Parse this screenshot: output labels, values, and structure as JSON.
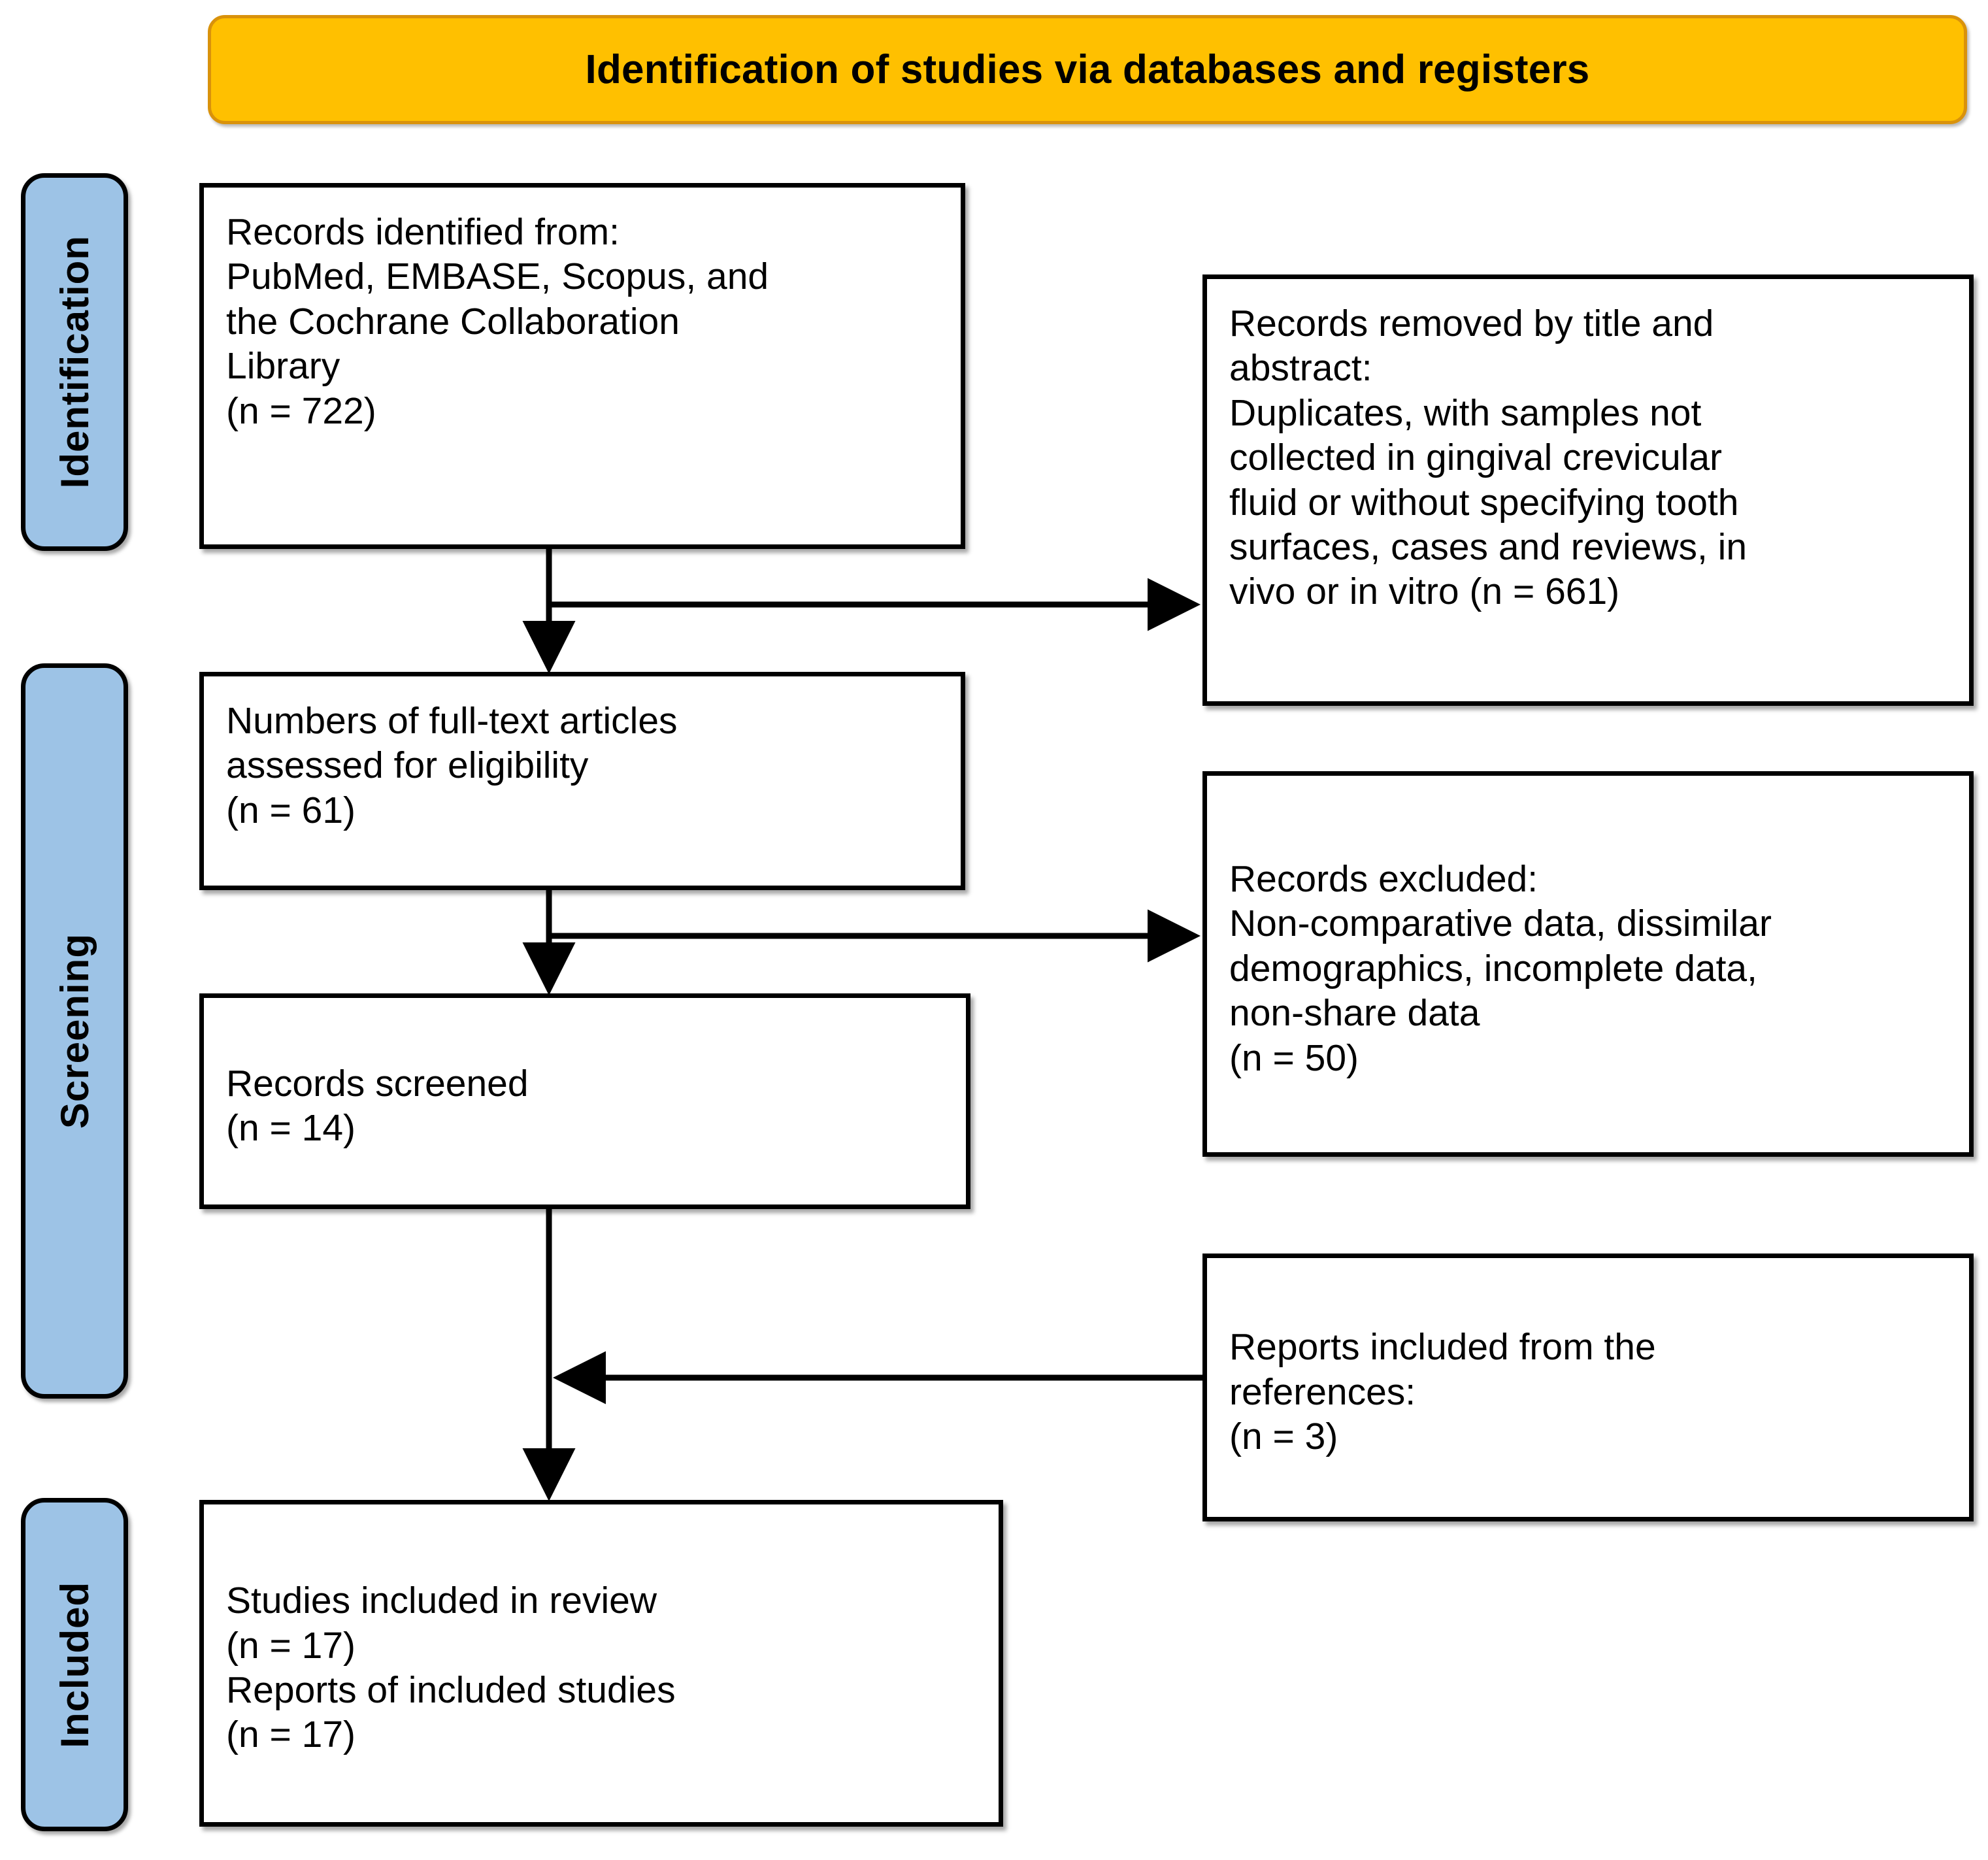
{
  "banner": {
    "title": "Identification of studies via databases and registers",
    "fill_color": "#FFC000",
    "border_color": "#D9920B"
  },
  "stages": [
    {
      "id": "identification",
      "label": "Identification",
      "fill_color": "#9DC3E6"
    },
    {
      "id": "screening",
      "label": "Screening",
      "fill_color": "#9DC3E6"
    },
    {
      "id": "included",
      "label": "Included",
      "fill_color": "#9DC3E6"
    }
  ],
  "boxes": {
    "identified": {
      "text": "Records identified from:\nPubMed, EMBASE, Scopus, and\nthe Cochrane Collaboration\nLibrary\n(n = 722)",
      "count_label": "(n = 722)",
      "count": 722
    },
    "removed": {
      "text": "Records removed by title and\nabstract:\nDuplicates, with samples not\ncollected in gingival crevicular\nfluid or without specifying tooth\nsurfaces, cases and reviews, in\nvivo or in vitro (n = 661)",
      "count_label": "(n = 661)",
      "count": 661
    },
    "fulltext": {
      "text": "Numbers of full-text articles\nassessed for eligibility\n(n = 61)",
      "count_label": "(n = 61)",
      "count": 61
    },
    "excluded": {
      "text": "Records excluded:\nNon-comparative data, dissimilar\ndemographics, incomplete data,\nnon-share data\n(n = 50)",
      "count_label": "(n = 50)",
      "count": 50
    },
    "screened": {
      "text": "Records screened\n(n = 14)",
      "count_label": "(n = 14)",
      "count": 14
    },
    "references": {
      "text": "Reports included from the\nreferences:\n(n = 3)",
      "count_label": "(n = 3)",
      "count": 3
    },
    "included": {
      "text": "Studies included in review\n(n = 17)\nReports of included studies\n(n = 17)",
      "count_label": "(n = 17)",
      "count": 17
    }
  },
  "chart_data": {
    "type": "diagram",
    "title": "Identification of studies via databases and registers",
    "diagram_kind": "PRISMA flow diagram",
    "nodes": [
      {
        "id": "identified",
        "stage": "Identification",
        "column": "left",
        "label": "Records identified from: PubMed, EMBASE, Scopus, and the Cochrane Collaboration Library",
        "n": 722
      },
      {
        "id": "removed",
        "stage": "Identification",
        "column": "right",
        "label": "Records removed by title and abstract: Duplicates, with samples not collected in gingival crevicular fluid or without specifying tooth surfaces, cases and reviews, in vivo or in vitro",
        "n": 661
      },
      {
        "id": "fulltext",
        "stage": "Screening",
        "column": "left",
        "label": "Numbers of full-text articles assessed for eligibility",
        "n": 61
      },
      {
        "id": "excluded",
        "stage": "Screening",
        "column": "right",
        "label": "Records excluded: Non-comparative data, dissimilar demographics, incomplete data, non-share data",
        "n": 50
      },
      {
        "id": "screened",
        "stage": "Screening",
        "column": "left",
        "label": "Records screened",
        "n": 14
      },
      {
        "id": "references",
        "stage": "Screening",
        "column": "right",
        "label": "Reports included from the references",
        "n": 3
      },
      {
        "id": "included",
        "stage": "Included",
        "column": "left",
        "label": "Studies included in review / Reports of included studies",
        "n": 17
      }
    ],
    "edges": [
      {
        "from": "identified",
        "to": "fulltext",
        "direction": "down"
      },
      {
        "from": "identified",
        "to": "removed",
        "direction": "right"
      },
      {
        "from": "fulltext",
        "to": "screened",
        "direction": "down"
      },
      {
        "from": "fulltext",
        "to": "excluded",
        "direction": "right"
      },
      {
        "from": "references",
        "to": "included",
        "direction": "left-then-down"
      },
      {
        "from": "screened",
        "to": "included",
        "direction": "down"
      }
    ]
  }
}
